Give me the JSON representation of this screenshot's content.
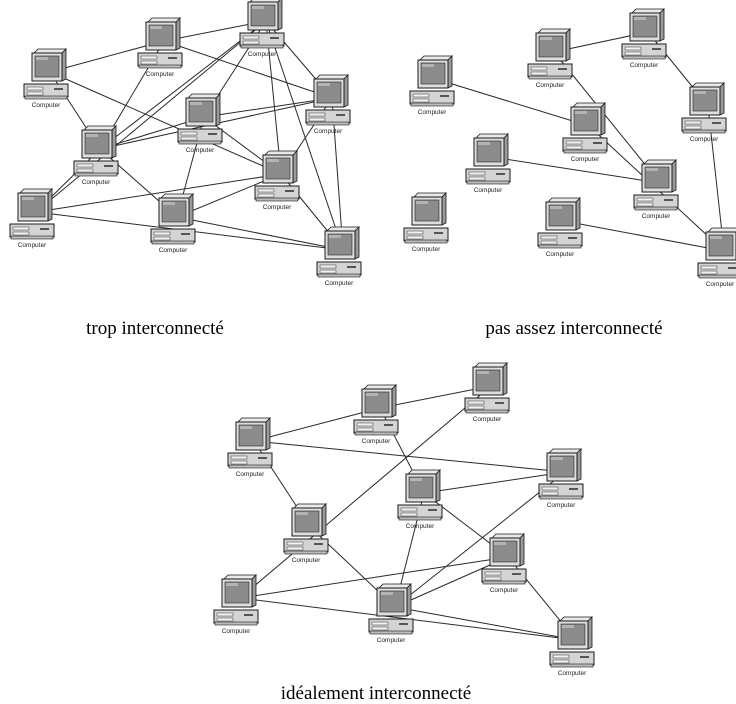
{
  "node_label": "Computer",
  "diagrams": [
    {
      "id": "trop",
      "caption": "trop interconnecté",
      "nodes": [
        "n1",
        "n2",
        "n3",
        "n4",
        "n5",
        "n6",
        "n7",
        "n8",
        "n9",
        "n10"
      ],
      "links": [
        [
          "n1",
          "n2"
        ],
        [
          "n1",
          "n4"
        ],
        [
          "n1",
          "n6"
        ],
        [
          "n2",
          "n3"
        ],
        [
          "n2",
          "n4"
        ],
        [
          "n2",
          "n7"
        ],
        [
          "n3",
          "n4"
        ],
        [
          "n3",
          "n5"
        ],
        [
          "n3",
          "n6"
        ],
        [
          "n3",
          "n7"
        ],
        [
          "n3",
          "n8"
        ],
        [
          "n3",
          "n10"
        ],
        [
          "n4",
          "n5"
        ],
        [
          "n4",
          "n7"
        ],
        [
          "n4",
          "n8"
        ],
        [
          "n4",
          "n9"
        ],
        [
          "n5",
          "n6"
        ],
        [
          "n5",
          "n7"
        ],
        [
          "n5",
          "n9"
        ],
        [
          "n6",
          "n7"
        ],
        [
          "n6",
          "n8"
        ],
        [
          "n6",
          "n9"
        ],
        [
          "n6",
          "n10"
        ],
        [
          "n7",
          "n10"
        ],
        [
          "n8",
          "n10"
        ],
        [
          "n9",
          "n10"
        ]
      ]
    },
    {
      "id": "pas-assez",
      "caption": "pas assez interconnecté",
      "nodes": [
        "m1",
        "m2",
        "m3",
        "m4",
        "m5",
        "m6",
        "m7",
        "m8",
        "m9",
        "m10"
      ],
      "links": [
        [
          "m1",
          "m5"
        ],
        [
          "m2",
          "m3"
        ],
        [
          "m2",
          "m7"
        ],
        [
          "m3",
          "m4"
        ],
        [
          "m6",
          "m7"
        ],
        [
          "m4",
          "m10"
        ],
        [
          "m9",
          "m10"
        ],
        [
          "m5",
          "m10"
        ]
      ]
    },
    {
      "id": "ideal",
      "caption": "idéalement interconnecté",
      "nodes": [
        "p1",
        "p2",
        "p3",
        "p4",
        "p5",
        "p6",
        "p7",
        "p8",
        "p9",
        "p10"
      ],
      "links": [
        [
          "p1",
          "p2"
        ],
        [
          "p1",
          "p4"
        ],
        [
          "p1",
          "p6"
        ],
        [
          "p2",
          "p3"
        ],
        [
          "p2",
          "p5"
        ],
        [
          "p3",
          "p8"
        ],
        [
          "p4",
          "p5"
        ],
        [
          "p4",
          "p9"
        ],
        [
          "p5",
          "p7"
        ],
        [
          "p5",
          "p9"
        ],
        [
          "p6",
          "p9"
        ],
        [
          "p7",
          "p8"
        ],
        [
          "p7",
          "p9"
        ],
        [
          "p7",
          "p10"
        ],
        [
          "p8",
          "p10"
        ],
        [
          "p9",
          "p10"
        ]
      ]
    }
  ]
}
